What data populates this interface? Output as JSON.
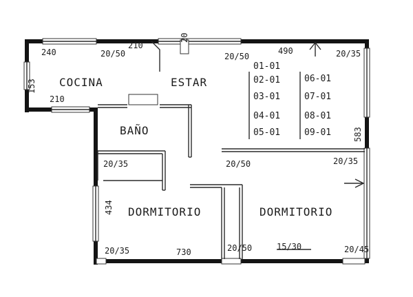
{
  "rooms": {
    "cocina": "COCINA",
    "estar": "ESTAR",
    "bano": "BAÑO",
    "dormitorio_left": "DORMITORIO",
    "dormitorio_right": "DORMITORIO"
  },
  "dimensions": {
    "d_240": "240",
    "d_210_top": "210",
    "d_20_50_kitchen": "20/50",
    "d_20_top": "20",
    "d_20_50_living": "20/50",
    "d_490": "490",
    "d_20_35_top_right": "20/35",
    "d_153": "153",
    "d_210_bottom": "210",
    "d_583": "583",
    "d_20_35_left": "20/35",
    "d_20_50_mid": "20/50",
    "d_20_35_right_mid": "20/35",
    "d_434": "434",
    "d_20_35_bottom_left": "20/35",
    "d_730": "730",
    "d_20_50_bottom": "20/50",
    "d_15_30": "15/30",
    "d_20_45": "20/45"
  },
  "units": {
    "left_column": [
      "01-01",
      "02-01",
      "03-01",
      "04-01",
      "05-01"
    ],
    "right_column": [
      "06-01",
      "07-01",
      "08-01",
      "09-01"
    ]
  }
}
